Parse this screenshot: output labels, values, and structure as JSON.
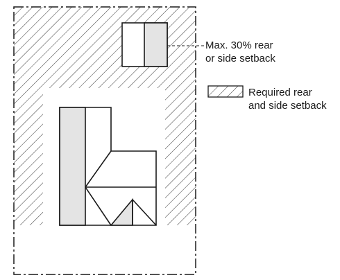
{
  "callout": {
    "line1": "Max. 30% rear",
    "line2": "or side setback"
  },
  "legend": {
    "line1": "Required rear",
    "line2": "and side setback"
  },
  "colors": {
    "stroke": "#1a1a1a",
    "hatch": "#444444",
    "gray_fill": "#e4e4e4",
    "background": "#ffffff"
  }
}
